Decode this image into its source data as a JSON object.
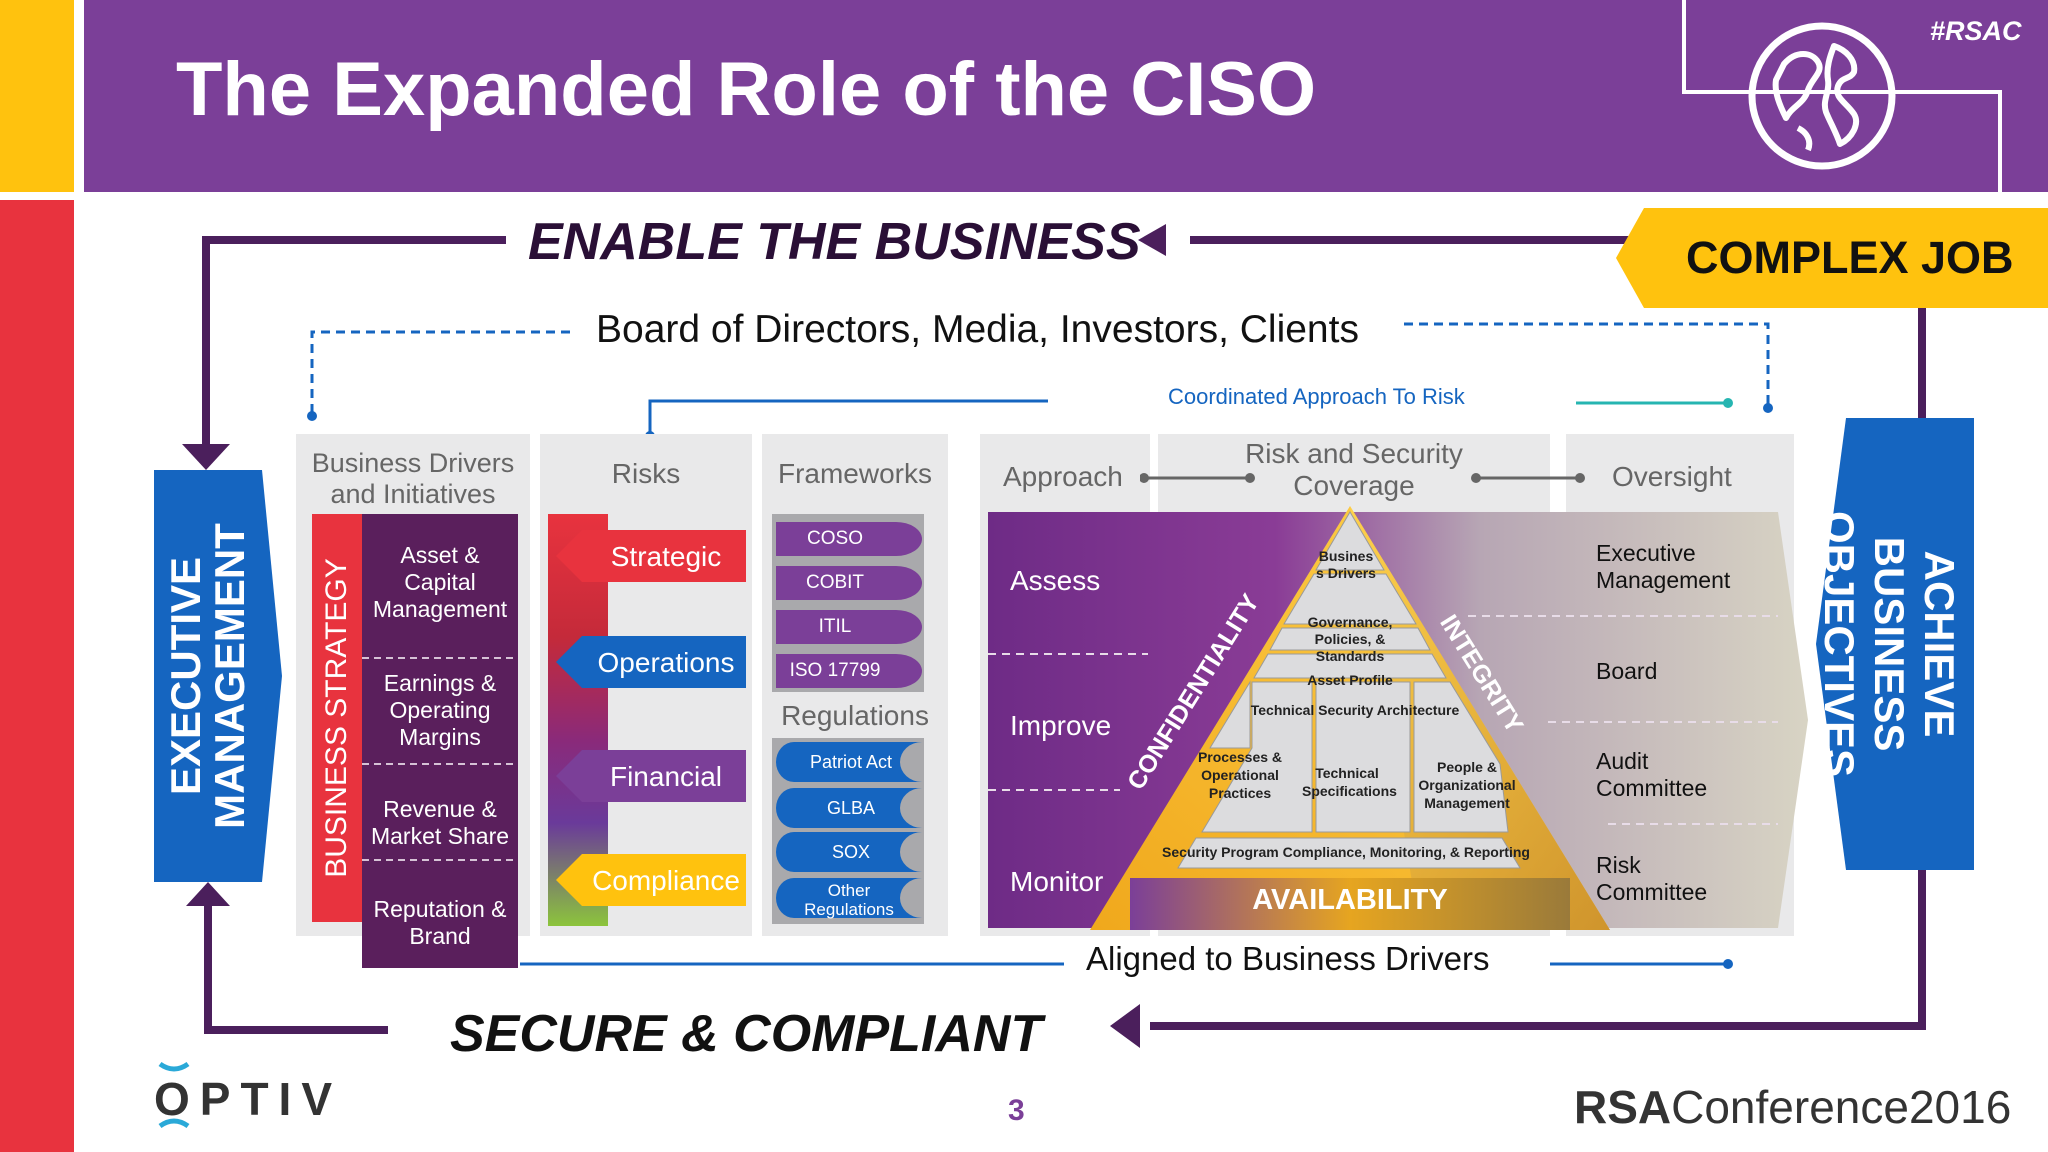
{
  "header": {
    "title": "The Expanded Role of the CISO",
    "hashtag": "#RSAC",
    "globe_icon": "globe-icon"
  },
  "colors": {
    "purple": "#7b3f98",
    "yellow": "#ffc20e",
    "red": "#e8333e",
    "blue": "#1565c0",
    "dark_purple": "#4b1f5c",
    "gray_panel": "#e9e9ea"
  },
  "flow": {
    "enable_business": "ENABLE THE BUSINESS",
    "secure_compliant": "SECURE & COMPLIANT",
    "complex_job": "COMPLEX JOB",
    "executive_management": "EXECUTIVE MANAGEMENT",
    "achieve_objectives": "ACHIEVE BUSINESS OBJECTIVES",
    "stakeholders": "Board of Directors, Media, Investors, Clients",
    "coordinated": "Coordinated Approach To Risk",
    "aligned": "Aligned to Business Drivers"
  },
  "business_drivers": {
    "header": "Business Drivers and Initiatives",
    "strategy_label": "BUSINESS STRATEGY",
    "items": [
      "Asset & Capital Management",
      "Earnings & Operating Margins",
      "Revenue & Market Share",
      "Reputation & Brand"
    ]
  },
  "risks": {
    "header": "Risks",
    "items": [
      "Strategic",
      "Operations",
      "Financial",
      "Compliance"
    ]
  },
  "frameworks": {
    "header": "Frameworks",
    "items": [
      "COSO",
      "COBIT",
      "ITIL",
      "ISO 17799"
    ],
    "regulations_header": "Regulations",
    "regulations": [
      "Patriot Act",
      "GLBA",
      "SOX",
      "Other Regulations"
    ]
  },
  "approach": {
    "header": "Approach",
    "items": [
      "Assess",
      "Improve",
      "Monitor"
    ]
  },
  "coverage": {
    "header": "Risk and Security Coverage",
    "pyramid": {
      "top": "Business Drivers",
      "governance": "Governance, Policies, & Standards",
      "asset_profile": "Asset Profile",
      "tech_arch": "Technical Security Architecture",
      "processes": "Processes & Operational Practices",
      "tech_specs": "Technical Specifications",
      "people": "People & Organizational Management",
      "program": "Security Program Compliance, Monitoring, & Reporting",
      "confidentiality": "CONFIDENTIALITY",
      "integrity": "INTEGRITY",
      "availability": "AVAILABILITY"
    }
  },
  "oversight": {
    "header": "Oversight",
    "items": [
      "Executive Management",
      "Board",
      "Audit Committee",
      "Risk Committee"
    ]
  },
  "footer": {
    "optiv": "OPTIV",
    "page_number": "3",
    "rsa_bold": "RSA",
    "rsa_rest": "Conference2016"
  }
}
